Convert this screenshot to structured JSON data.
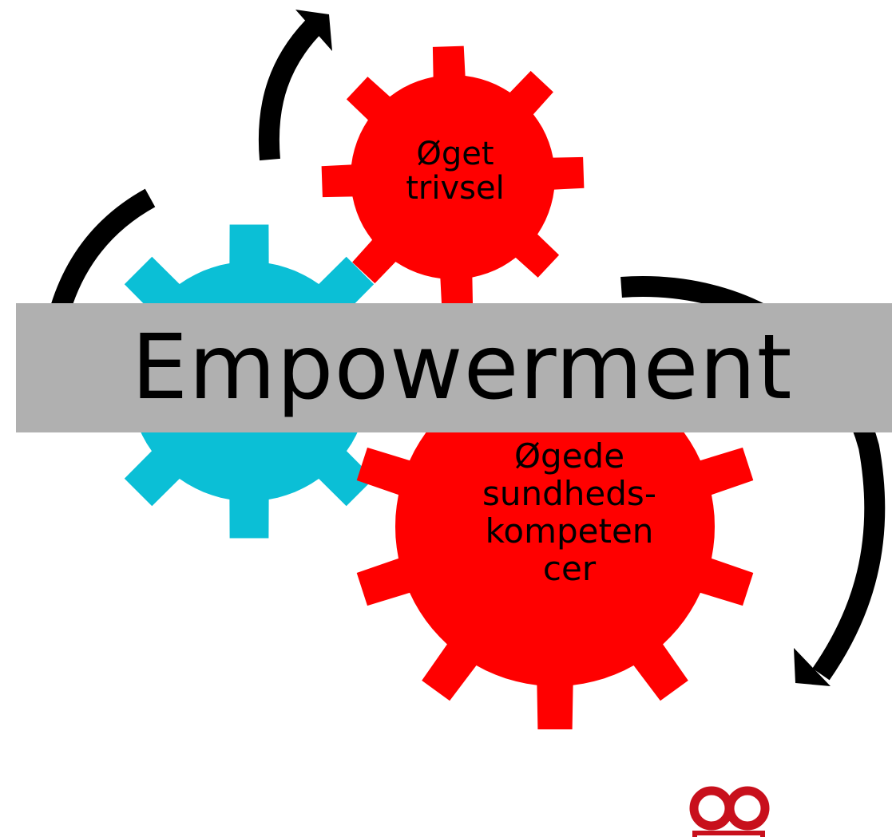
{
  "banner": {
    "title": "Empowerment"
  },
  "gears": {
    "small_top": {
      "lines": [
        "Øget",
        "trivsel"
      ]
    },
    "large_bottom": {
      "lines": [
        "Øgede",
        "sundheds-",
        "kompeten",
        "cer"
      ]
    }
  },
  "colors": {
    "gear_red": "#ff0000",
    "gear_cyan": "#0bbfd6",
    "banner_gray": "#b0b0b0",
    "arrow": "#000000",
    "logo_red": "#c8101c"
  },
  "icons": [
    "gear-icon",
    "curved-arrow-icon",
    "infinity-logo"
  ]
}
